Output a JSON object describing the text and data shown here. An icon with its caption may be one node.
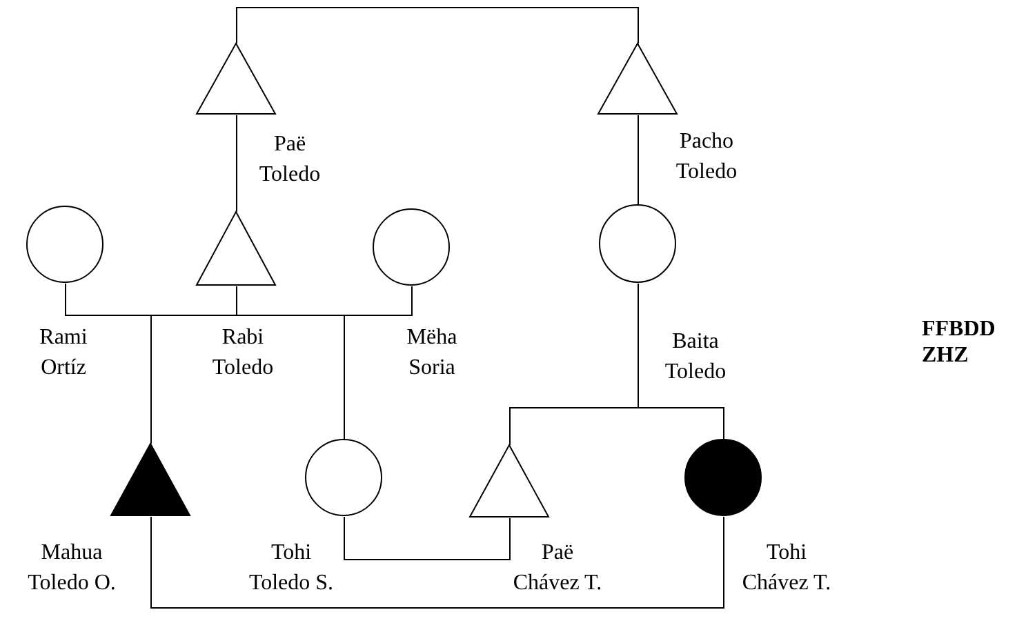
{
  "diagram": {
    "nodes": [
      {
        "text": [],
        "shape": "triangle",
        "beside": [
          "Paë Toledo"
        ]
      },
      {
        "text": [],
        "shape": "triangle",
        "beside": [
          "Pacho Toledo"
        ]
      },
      {
        "text": [],
        "shape": "circle",
        "beside": [
          "Rami Ortíz"
        ]
      },
      {
        "text": [],
        "shape": "triangle",
        "beside": [
          "Rabi Toledo"
        ]
      },
      {
        "text": [],
        "shape": "circle",
        "beside": [
          "Mëha Soria"
        ]
      },
      {
        "text": [],
        "shape": "circle",
        "beside": [
          "Baita Toledo"
        ]
      },
      {
        "text": [],
        "shape": "filled-triangle",
        "beside": [
          "Mahua Toledo O."
        ]
      },
      {
        "text": [],
        "shape": "circle",
        "beside": [
          "Tohi Toledo S."
        ]
      },
      {
        "text": [],
        "shape": "triangle",
        "beside": [
          "Paë Chávez T."
        ]
      },
      {
        "text": [],
        "shape": "filled-circle",
        "beside": [
          "Tohi Chávez T."
        ]
      }
    ],
    "edges": [
      {
        "from": 0,
        "to": 1,
        "arrow": "none"
      },
      {
        "from": 0,
        "to": 3,
        "arrow": "none"
      },
      {
        "from": 1,
        "to": 5,
        "arrow": "none"
      },
      {
        "from": 2,
        "to": 3,
        "arrow": "none"
      },
      {
        "from": 3,
        "to": 4,
        "arrow": "none"
      },
      {
        "from": 3,
        "to": 6,
        "arrow": "none"
      },
      {
        "from": 3,
        "to": 7,
        "arrow": "none"
      },
      {
        "from": 5,
        "to": 8,
        "arrow": "none"
      },
      {
        "from": 5,
        "to": 9,
        "arrow": "none"
      },
      {
        "from": 7,
        "to": 8,
        "arrow": "none"
      },
      {
        "from": 6,
        "to": 9,
        "arrow": "none"
      }
    ],
    "labels": [
      "FFBDD",
      "ZHZ"
    ]
  }
}
